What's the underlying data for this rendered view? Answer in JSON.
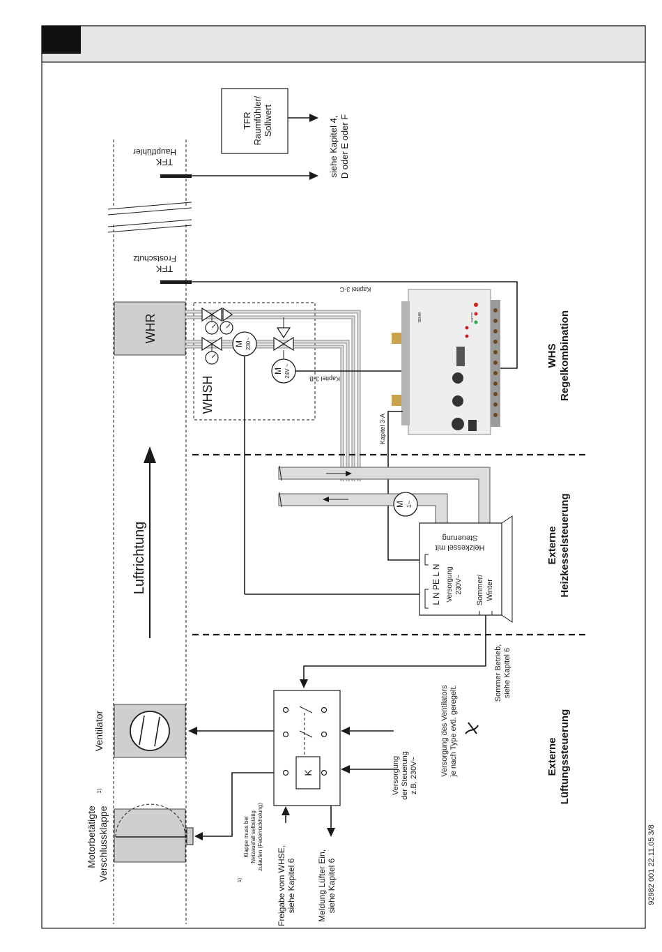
{
  "header": {
    "badge_color": "#111111",
    "bar_color": "#e6e6e6"
  },
  "components": {
    "tfr_line1": "TFR",
    "tfr_line2": "Raumfühler/",
    "tfr_line3": "Sollwert",
    "tfk_main": "TFK",
    "tfk_main_desc": "Hauptfühler",
    "tfk_frost": "TFK",
    "tfk_frost_desc": "Frostschutz",
    "whr": "WHR",
    "whsh": "WHSH",
    "motor_230": "M",
    "motor_230_sub": "230~",
    "motor_24": "M",
    "motor_24_sub": "24V ~",
    "pump_m": "M",
    "pump_sub": "1~",
    "relay_k": "K",
    "ventilator": "Ventilator",
    "klappe_line1": "Motorbetätigte",
    "klappe_line2": "Verschlussklappe",
    "klappe_sup": "1)"
  },
  "labels": {
    "ref_kap4_line1": "siehe Kapitel 4,",
    "ref_kap4_line2": "D oder E oder F",
    "kap3c": "Kapitel 3-C",
    "kap3b": "Kapitel 3-B",
    "kap3a": "Kapitel 3-A",
    "luftrichtung": "Luftrichtung",
    "heizkessel_line1": "Heizkessel mit",
    "heizkessel_line2": "Steuerung",
    "terminal_lpeln": "L  N  PE  L  N",
    "terminal_lpeln_2": "L  N",
    "versorgung_line1": "Versorgung",
    "versorgung_line2": "230V~",
    "sommer_line1": "Sommer/",
    "sommer_line2": "Winter",
    "sommer_betrieb_line1": "Sommer Betrieb,",
    "sommer_betrieb_line2": "siehe Kapitel 6",
    "vers_ventilator_line1": "Versorgung des Ventilators",
    "vers_ventilator_line2": "je nach Type evtl. geregelt.",
    "vers_steuerung_line1": "Versorgung",
    "vers_steuerung_line2": "der Steuerung",
    "vers_steuerung_line3": "z.B. 230V~",
    "fn_sup": "1)",
    "fn_line1": "Klappe muss bei",
    "fn_line2": "Netzausfall selbstätig",
    "fn_line3": "zulaufen (Federrückholung)",
    "freigabe_line1": "Freigabe vom WHSE,",
    "freigabe_line2": "siehe Kapitel 6",
    "meldung_line1": "Meldung Lüfter Ein,",
    "meldung_line2": "siehe Kapitel 6"
  },
  "sections": {
    "whs_line1": "WHS",
    "whs_line2": "Regelkombination",
    "heiz_line1": "Externe",
    "heiz_line2": "Heizkesselsteuerung",
    "luft_line1": "Externe",
    "luft_line2": "Lüftungssteuerung"
  },
  "controller": {
    "brand": "WHSE",
    "alarm": "ALARM"
  },
  "footer": {
    "doc_ref": "92982 001  22.11.05  3/8"
  }
}
